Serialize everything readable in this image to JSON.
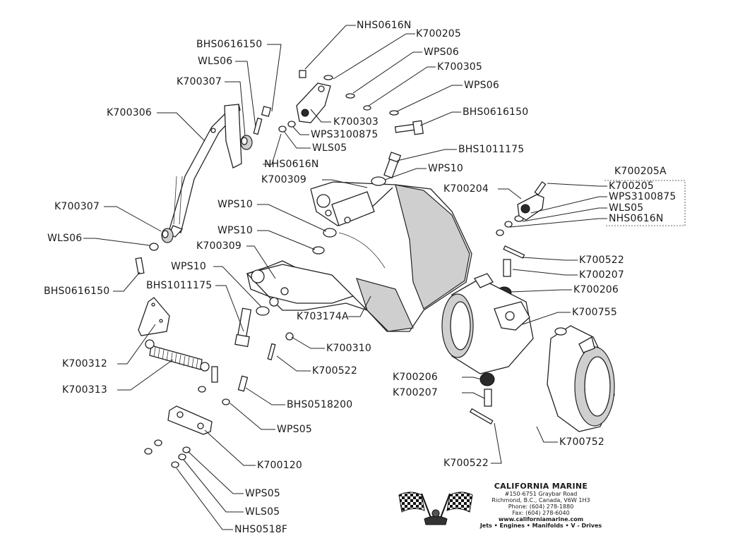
{
  "labels": {
    "nhs0616n_top": "NHS0616N",
    "k700205_top": "K700205",
    "wps06_a": "WPS06",
    "k700305": "K700305",
    "wps06_b": "WPS06",
    "bhs0616150_right": "BHS0616150",
    "bhs0616150_top": "BHS0616150",
    "wls06_top": "WLS06",
    "k700307_top": "K700307",
    "k700306": "K700306",
    "k700303": "K700303",
    "wps3100875_top": "WPS3100875",
    "wls05_top": "WLS05",
    "nhs0616n_mid": "NHS0616N",
    "bhs1011175_top": "BHS1011175",
    "wps10_top": "WPS10",
    "k700309_top": "K700309",
    "k700205a": "K700205A",
    "k700205_right": "K700205",
    "k700204": "K700204",
    "wps3100875_right": "WPS3100875",
    "wls05_right": "WLS05",
    "nhs0616n_right": "NHS0616N",
    "k700307_left": "K700307",
    "wps10_a": "WPS10",
    "wps10_b": "WPS10",
    "wls06_left": "WLS06",
    "k700309_mid": "K700309",
    "k700522_right": "K700522",
    "k700207_right": "K700207",
    "wps10_c": "WPS10",
    "k700206_right": "K700206",
    "bhs1011175_left": "BHS1011175",
    "bhs0616150_left": "BHS0616150",
    "k700755": "K700755",
    "k703174a": "K703174A",
    "k700310": "K700310",
    "k700312": "K700312",
    "k700522_mid": "K700522",
    "k700206_low": "K700206",
    "k700313": "K700313",
    "k700207_low": "K700207",
    "bhs0518200": "BHS0518200",
    "wps05_mid": "WPS05",
    "k700752": "K700752",
    "k700120": "K700120",
    "k700522_low": "K700522",
    "wps05_low": "WPS05",
    "wls05_low": "WLS05",
    "nhs0518f": "NHS0518F"
  },
  "company": {
    "name": "CALIFORNIA MARINE",
    "address1": "#150-6751 Graybar Road",
    "address2": "Richmond, B.C., Canada, V6W 1H3",
    "phone": "Phone: (604) 278-1880",
    "fax": "Fax: (604) 278-6040",
    "web": "www.californiamarine.com",
    "tagline": "Jets • Engines • Manifolds • V - Drives"
  }
}
